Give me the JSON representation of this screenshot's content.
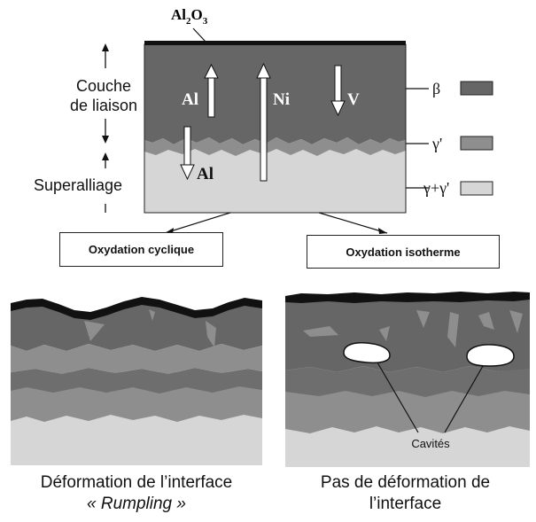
{
  "top": {
    "oxide_label_main": "Al",
    "oxide_label_sub1": "2",
    "oxide_label_o": "O",
    "oxide_label_sub2": "3",
    "left_labels": {
      "bond_coat_line1": "Couche",
      "bond_coat_line2": "de liaison",
      "superalloy": "Superalliage"
    },
    "arrows": {
      "al_up": "Al",
      "ni_up": "Ni",
      "v_down": "V",
      "al_down": "Al"
    },
    "legend": [
      {
        "symbol": "β",
        "color": "#666666"
      },
      {
        "symbol": "γ'",
        "color": "#8e8e8e"
      },
      {
        "symbol": "γ+γ'",
        "color": "#d6d6d6"
      }
    ]
  },
  "boxes": {
    "cyclic": "Oxydation cyclique",
    "isothermal": "Oxydation isotherme"
  },
  "bottom_right": {
    "cavities_label": "Cavités"
  },
  "captions": {
    "left_line1": "Déformation de l’interface",
    "left_line2": "« Rumpling »",
    "right_line1": "Pas de déformation de",
    "right_line2": "l’interface"
  },
  "colors": {
    "beta": "#666666",
    "gamma_prime": "#8e8e8e",
    "gamma_gamma_prime": "#d6d6d6",
    "oxide": "#111111"
  }
}
